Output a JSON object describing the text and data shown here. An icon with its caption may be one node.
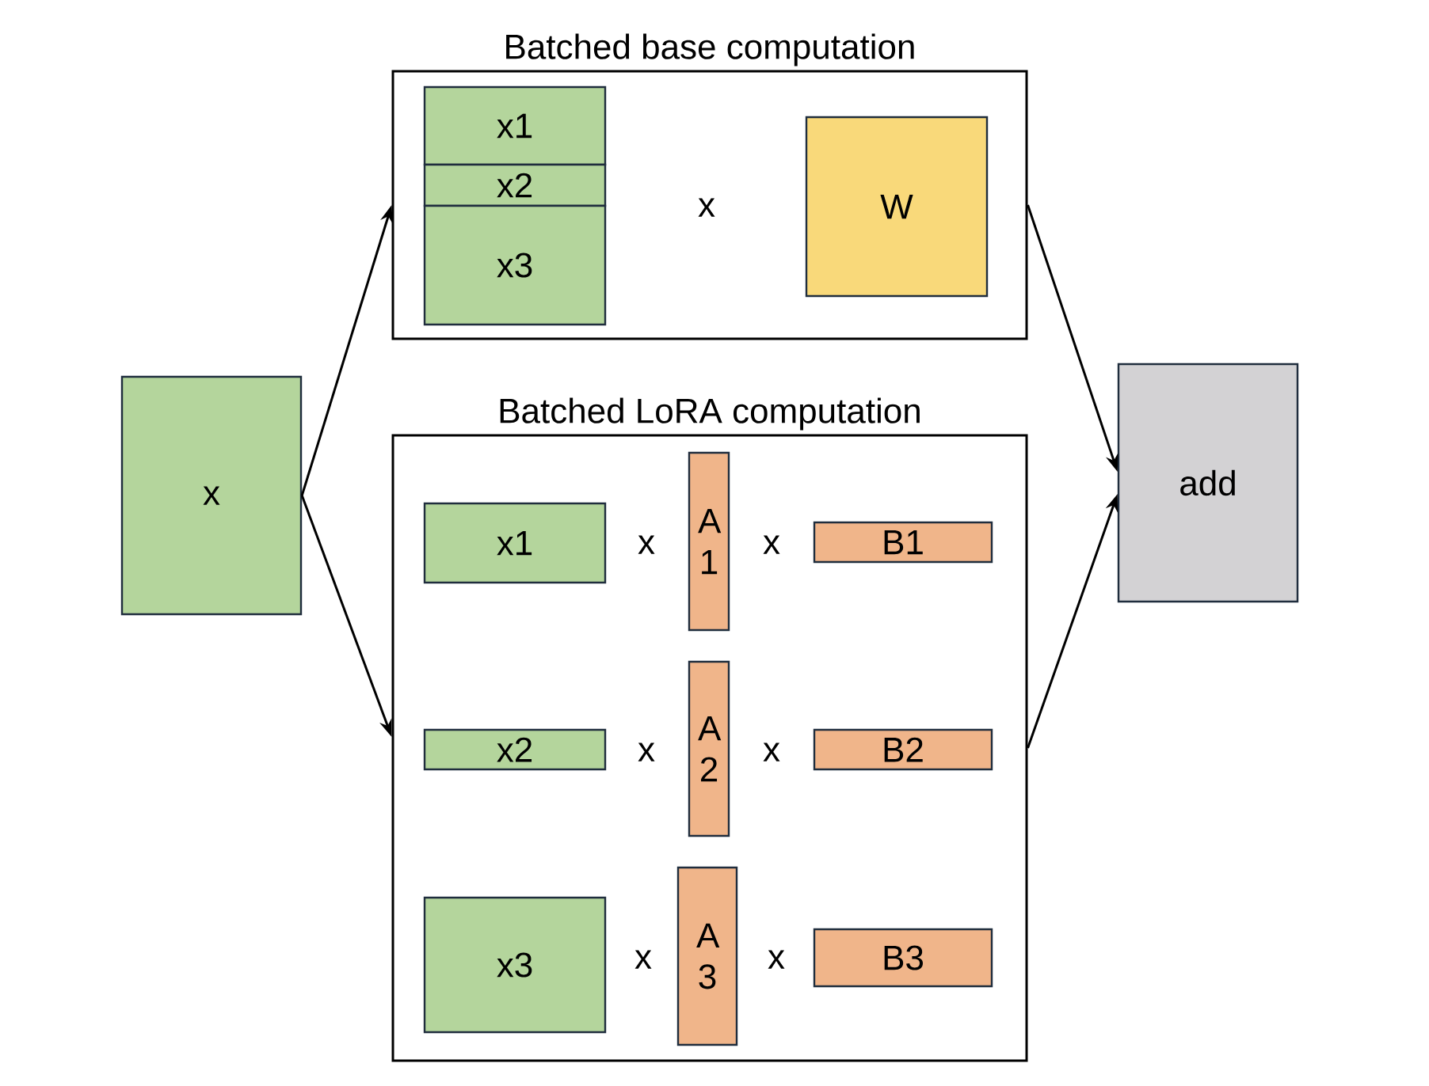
{
  "diagram": {
    "nodes": [
      {
        "text": [
          "x"
        ]
      },
      {
        "text": [
          "Batched base computation"
        ]
      },
      {
        "text": [
          "x1"
        ],
        "in": 1
      },
      {
        "text": [
          "x2"
        ],
        "in": 1
      },
      {
        "text": [
          "x3"
        ],
        "in": 1
      },
      {
        "text": [
          "W"
        ],
        "in": 1
      },
      {
        "text": [
          "Batched LoRA computation"
        ]
      },
      {
        "text": [
          "x1"
        ],
        "in": 6
      },
      {
        "text": [
          "A 1"
        ],
        "in": 6
      },
      {
        "text": [
          "B1"
        ],
        "in": 6
      },
      {
        "text": [
          "x2"
        ],
        "in": 6
      },
      {
        "text": [
          "A 2"
        ],
        "in": 6
      },
      {
        "text": [
          "B2"
        ],
        "in": 6
      },
      {
        "text": [
          "x3"
        ],
        "in": 6
      },
      {
        "text": [
          "A 3"
        ],
        "in": 6
      },
      {
        "text": [
          "B3"
        ],
        "in": 6
      },
      {
        "text": [
          "add"
        ]
      }
    ],
    "edges": [
      {
        "from": 0,
        "to": 1,
        "arrow": "to"
      },
      {
        "from": 0,
        "to": 6,
        "arrow": "to"
      },
      {
        "from": 1,
        "to": 16,
        "arrow": "to"
      },
      {
        "from": 6,
        "to": 16,
        "arrow": "to"
      }
    ],
    "labels": [
      "x",
      "x",
      "x",
      "x",
      "x",
      "x",
      "x"
    ]
  }
}
